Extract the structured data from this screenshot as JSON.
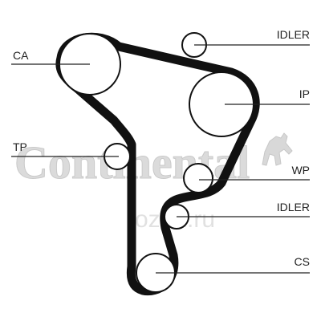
{
  "watermark": {
    "brand_text": "Continental",
    "site_text": "ozon.ru",
    "color": "#d6d6d6"
  },
  "belt": {
    "color": "#111111"
  },
  "labels": {
    "ca": "CA",
    "idler_top": "IDLER",
    "ip": "IP",
    "tp": "TP",
    "wp": "WP",
    "idler_bottom": "IDLER",
    "cs": "CS"
  }
}
